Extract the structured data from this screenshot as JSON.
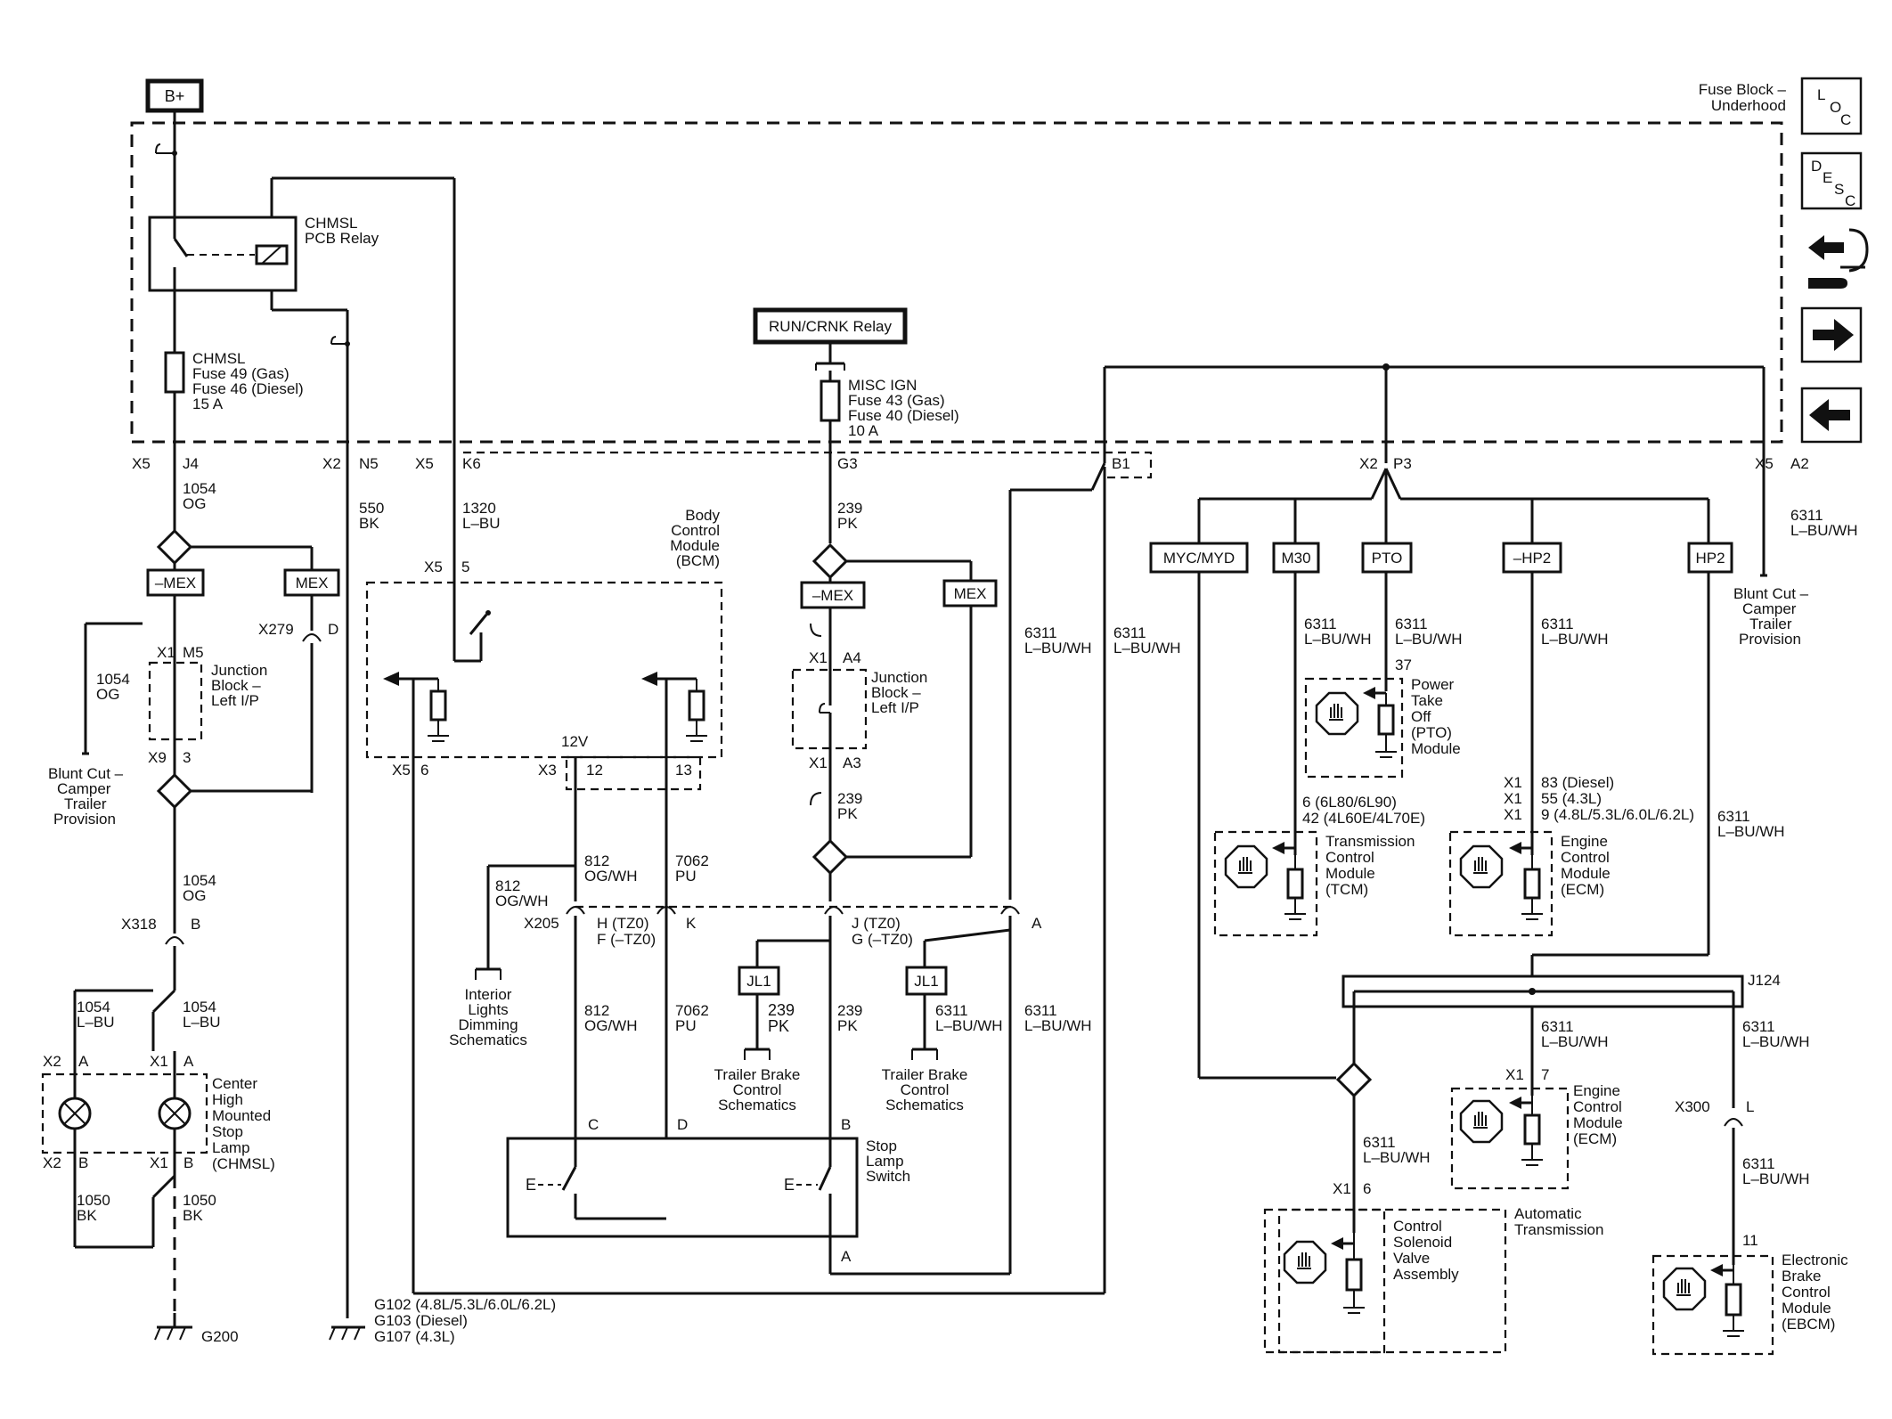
{
  "supply": {
    "bplus": "B+",
    "run_crank_relay": "RUN/CRNK Relay"
  },
  "fuse_block": {
    "line1": "Fuse Block –",
    "line2": "Underhood"
  },
  "side_icons": {
    "loc": [
      "L",
      "O",
      "C"
    ],
    "desc": [
      "D",
      "E",
      "S",
      "C"
    ],
    "items": [
      "location-icon",
      "description-icon",
      "connector-tools-icon",
      "next-page-arrow-icon",
      "previous-page-arrow-icon"
    ]
  },
  "chmsl_relay": [
    "CHMSL",
    "PCB Relay"
  ],
  "chmsl_fuse": [
    "CHMSL",
    "Fuse 49 (Gas)",
    "Fuse 46 (Diesel)",
    "15 A"
  ],
  "misc_fuse": [
    "MISC IGN",
    "Fuse 43 (Gas)",
    "Fuse 40 (Diesel)",
    "10 A"
  ],
  "connectors": {
    "x5": "X5",
    "x2": "X2",
    "j4": "J4",
    "n5": "N5",
    "k6": "K6",
    "g3": "G3",
    "b1": "B1",
    "p3": "P3",
    "a2": "A2",
    "x1": "X1",
    "m5": "M5",
    "x9": "X9",
    "p3num": "3",
    "x279": "X279",
    "d": "D",
    "x318": "X318",
    "b": "B",
    "a": "A",
    "a4": "A4",
    "a3": "A3",
    "x205": "X205",
    "h": "H (TZ0)",
    "f": "F (–TZ0)",
    "k": "K",
    "j": "J (TZ0)",
    "g": "G (–TZ0)",
    "c": "C",
    "x3": "X3",
    "p5": "5",
    "p6": "6",
    "p12": "12",
    "p13": "13",
    "v12": "12V",
    "p37": "37",
    "j124": "J124",
    "p7": "7",
    "x300": "X300",
    "l": "L",
    "p11": "11",
    "x1tcm": [
      "6 (6L80/6L90)",
      "42 (4L60E/4L70E)"
    ],
    "ecm_pins": [
      "83 (Diesel)",
      "55 (4.3L)",
      "9 (4.8L/5.3L/6.0L/6.2L)"
    ]
  },
  "wires": {
    "w1054og": [
      "1054",
      "OG"
    ],
    "w1054lbu": [
      "1054",
      "L–BU"
    ],
    "w1050bk": [
      "1050",
      "BK"
    ],
    "w550bk": [
      "550",
      "BK"
    ],
    "w1320lbu": [
      "1320",
      "L–BU"
    ],
    "w239pk": [
      "239",
      "PK"
    ],
    "w6311": [
      "6311",
      "L–BU/WH"
    ],
    "w812": [
      "812",
      "OG/WH"
    ],
    "w7062": [
      "7062",
      "PU"
    ]
  },
  "options": {
    "mex": "MEX",
    "nmex": "–MEX",
    "myc": "MYC/MYD",
    "m30": "M30",
    "pto": "PTO",
    "nhp2": "–HP2",
    "hp2": "HP2",
    "jl1": "JL1"
  },
  "components": {
    "bcm": [
      "Body",
      "Control",
      "Module",
      "(BCM)"
    ],
    "junction": [
      "Junction",
      "Block –",
      "Left I/P"
    ],
    "blunt": [
      "Blunt Cut –",
      "Camper",
      "Trailer",
      "Provision"
    ],
    "chmsl_lamp": [
      "Center",
      "High",
      "Mounted",
      "Stop",
      "Lamp",
      "(CHMSL)"
    ],
    "interior": [
      "Interior",
      "Lights",
      "Dimming",
      "Schematics"
    ],
    "trailer_brake": [
      "Trailer Brake",
      "Control",
      "Schematics"
    ],
    "stop_switch": [
      "Stop",
      "Lamp",
      "Switch"
    ],
    "pto_mod": [
      "Power",
      "Take",
      "Off",
      "(PTO)",
      "Module"
    ],
    "tcm": [
      "Transmission",
      "Control",
      "Module",
      "(TCM)"
    ],
    "ecm": [
      "Engine",
      "Control",
      "Module",
      "(ECM)"
    ],
    "auto_trans": [
      "Automatic",
      "Transmission"
    ],
    "solenoid": [
      "Control",
      "Solenoid",
      "Valve",
      "Assembly"
    ],
    "ebcm": [
      "Electronic",
      "Brake",
      "Control",
      "Module",
      "(EBCM)"
    ]
  },
  "grounds": {
    "g200": "G200",
    "g_list": [
      "G102 (4.8L/5.3L/6.0L/6.2L)",
      "G103 (Diesel)",
      "G107 (4.3L)"
    ]
  }
}
